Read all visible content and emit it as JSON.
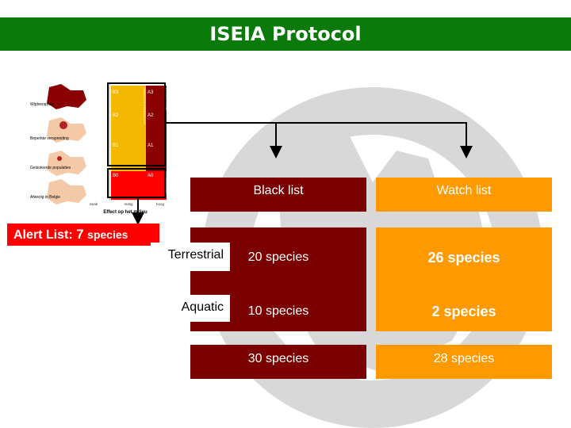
{
  "title": "ISEIA Protocol",
  "colors": {
    "title_bg": "#0a7a0a",
    "black_list": "#7b0000",
    "watch_list": "#ff9900",
    "alert": "#ff0000"
  },
  "matrix": {
    "row_labels": [
      "Wijdverspreid",
      "Beperkte verspreiding",
      "Geisoleerde populaties",
      "Afwezig in Belgie"
    ],
    "cells_left": [
      "B3",
      "B2",
      "B1",
      "B0"
    ],
    "cells_right": [
      "A3",
      "A2",
      "A1",
      "A0"
    ],
    "list_labels": [
      "WAARSCHUWINGSLIJST",
      "ZWARTE LIJST",
      "ALARMLIJST"
    ],
    "x_ticks": [
      "zwak",
      "matig",
      "hoog"
    ],
    "x_label": "Effect op het milieu"
  },
  "alert": {
    "label": "Alert List:",
    "count": "7",
    "unit": "species"
  },
  "table": {
    "headers": [
      "Black list",
      "Watch list"
    ],
    "rows": [
      {
        "label": "Terrestrial",
        "black": "20 species",
        "watch": "26 species"
      },
      {
        "label": "Aquatic",
        "black": "10 species",
        "watch": "2 species"
      }
    ],
    "totals": {
      "black": "30 species",
      "watch": "28 species"
    }
  }
}
